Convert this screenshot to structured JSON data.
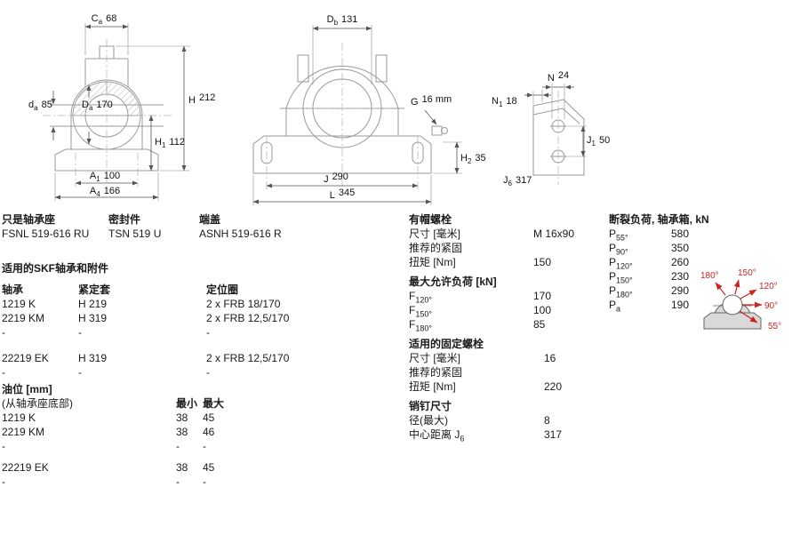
{
  "colors": {
    "background": "#ffffff",
    "drawing_line": "#9a9a9a",
    "dimension_line": "#555555",
    "text": "#1a1a1a",
    "load_arrow_red": "#cc2222"
  },
  "drawings": {
    "front_view": {
      "dim_ca": {
        "letter": "C",
        "sub": "a",
        "value": "68"
      },
      "dim_h": {
        "letter": "H",
        "sub": "",
        "value": "212"
      },
      "dim_da": {
        "letter": "d",
        "sub": "a",
        "value": "85"
      },
      "dim_Da": {
        "letter": "D",
        "sub": "a",
        "value": "170"
      },
      "dim_h1": {
        "letter": "H",
        "sub": "1",
        "value": "112"
      },
      "dim_a1": {
        "letter": "A",
        "sub": "1",
        "value": "100"
      },
      "dim_a4": {
        "letter": "A",
        "sub": "4",
        "value": "166"
      }
    },
    "side_view": {
      "dim_db": {
        "letter": "D",
        "sub": "b",
        "value": "131"
      },
      "dim_g": {
        "letter": "G",
        "sub": "",
        "value": "16 mm"
      },
      "dim_h2": {
        "letter": "H",
        "sub": "2",
        "value": "35"
      },
      "dim_j": {
        "letter": "J",
        "sub": "",
        "value": "290"
      },
      "dim_l": {
        "letter": "L",
        "sub": "",
        "value": "345"
      }
    },
    "end_view": {
      "dim_n": {
        "letter": "N",
        "sub": "",
        "value": "24"
      },
      "dim_n1": {
        "letter": "N",
        "sub": "1",
        "value": "18"
      },
      "dim_j1": {
        "letter": "J",
        "sub": "1",
        "value": "50"
      },
      "dim_j6": {
        "letter": "J",
        "sub": "6",
        "value": "317"
      }
    },
    "load_diagram": {
      "angle_180": "180°",
      "angle_150": "150°",
      "angle_120": "120°",
      "angle_90": "90°",
      "angle_55": "55°"
    }
  },
  "sections": {
    "housing": {
      "headers": [
        "只是轴承座",
        "密封件",
        "端盖"
      ],
      "values": [
        "FSNL 519-616 RU",
        "TSN 519 U",
        "ASNH 519-616 R"
      ]
    },
    "bearings": {
      "title": "适用的SKF轴承和附件",
      "headers": [
        "轴承",
        "紧定套",
        "定位圈"
      ],
      "rows": [
        [
          "1219 K",
          "H 219",
          "2 x FRB 18/170"
        ],
        [
          "2219 KM",
          "H 319",
          "2 x FRB 12,5/170"
        ],
        [
          "-",
          "-",
          "-"
        ],
        [
          "22219 EK",
          "H 319",
          "2 x FRB 12,5/170"
        ],
        [
          "-",
          "-",
          "-"
        ]
      ]
    },
    "oil": {
      "title": "油位 [mm]",
      "subtitle": "(从轴承座底部)",
      "col_min": "最小",
      "col_max": "最大",
      "rows": [
        [
          "1219 K",
          "38",
          "45"
        ],
        [
          "2219 KM",
          "38",
          "46"
        ],
        [
          "-",
          "-",
          "-"
        ],
        [
          "22219 EK",
          "38",
          "45"
        ],
        [
          "-",
          "-",
          "-"
        ]
      ]
    },
    "cap_bolts": {
      "title": "有帽螺栓",
      "rows": [
        {
          "label": "尺寸 [毫米]",
          "value": "M 16x90"
        },
        {
          "label": "推荐的紧固",
          "value": ""
        },
        {
          "label": "扭矩 [Nm]",
          "value": "150"
        }
      ]
    },
    "max_load": {
      "title": "最大允许负荷 [kN]",
      "rows": [
        {
          "label": "F",
          "sub": "120°",
          "value": "170"
        },
        {
          "label": "F",
          "sub": "150°",
          "value": "100"
        },
        {
          "label": "F",
          "sub": "180°",
          "value": "85"
        }
      ]
    },
    "fixing_bolts": {
      "title": "适用的固定螺栓",
      "rows": [
        {
          "label": "尺寸 [毫米]",
          "value": "16"
        },
        {
          "label": "推荐的紧固",
          "value": ""
        },
        {
          "label": "扭矩 [Nm]",
          "value": "220"
        }
      ]
    },
    "pins": {
      "title": "销钉尺寸",
      "rows": [
        {
          "label": "径(最大)",
          "sub": "",
          "value": "8"
        },
        {
          "label": "中心距离 J",
          "sub": "6",
          "value": "317"
        }
      ]
    },
    "breaking_load": {
      "title": "断裂负荷, 轴承箱, kN",
      "rows": [
        {
          "label": "P",
          "sub": "55°",
          "value": "580"
        },
        {
          "label": "P",
          "sub": "90°",
          "value": "350"
        },
        {
          "label": "P",
          "sub": "120°",
          "value": "260"
        },
        {
          "label": "P",
          "sub": "150°",
          "value": "230"
        },
        {
          "label": "P",
          "sub": "180°",
          "value": "290"
        },
        {
          "label": "P",
          "sub": "a",
          "value": "190"
        }
      ]
    }
  }
}
